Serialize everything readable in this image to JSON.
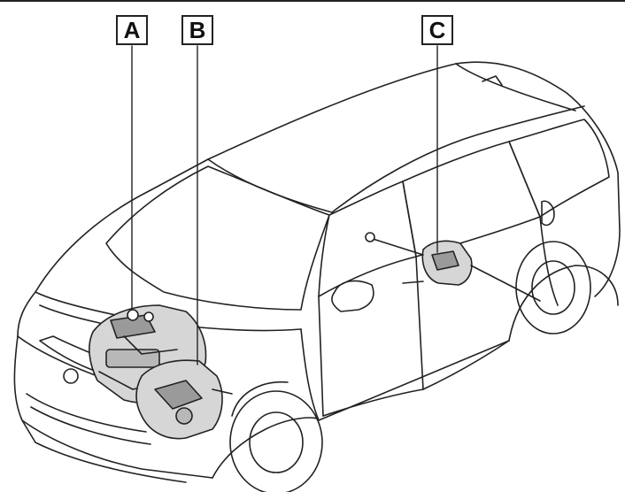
{
  "callouts": {
    "a": "A",
    "b": "B",
    "c": "C"
  },
  "colors": {
    "line": "#222222",
    "component_fill": "#d6d6d6",
    "component_dark": "#9a9a9a",
    "background": "#ffffff"
  }
}
